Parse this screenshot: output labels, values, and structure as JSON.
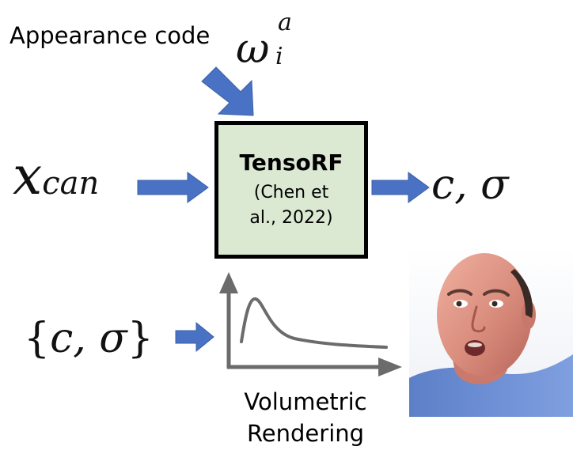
{
  "appearance": {
    "label": "Appearance code",
    "symbol": "ω",
    "superscript": "a",
    "subscript": "i"
  },
  "input_symbol": "x",
  "input_subscript": "can",
  "model": {
    "name": "TensoRF",
    "citation_line1": "(Chen et",
    "citation_line2": "al., 2022)"
  },
  "output_label": "c, σ",
  "set_input": {
    "open": "{",
    "content": "c, σ",
    "close": "}"
  },
  "volumetric": {
    "line1": "Volumetric",
    "line2": "Rendering"
  },
  "colors": {
    "arrow_blue": "#4a72c4",
    "box_fill": "#dbe9d3",
    "plot_gray": "#6b6b6b"
  }
}
